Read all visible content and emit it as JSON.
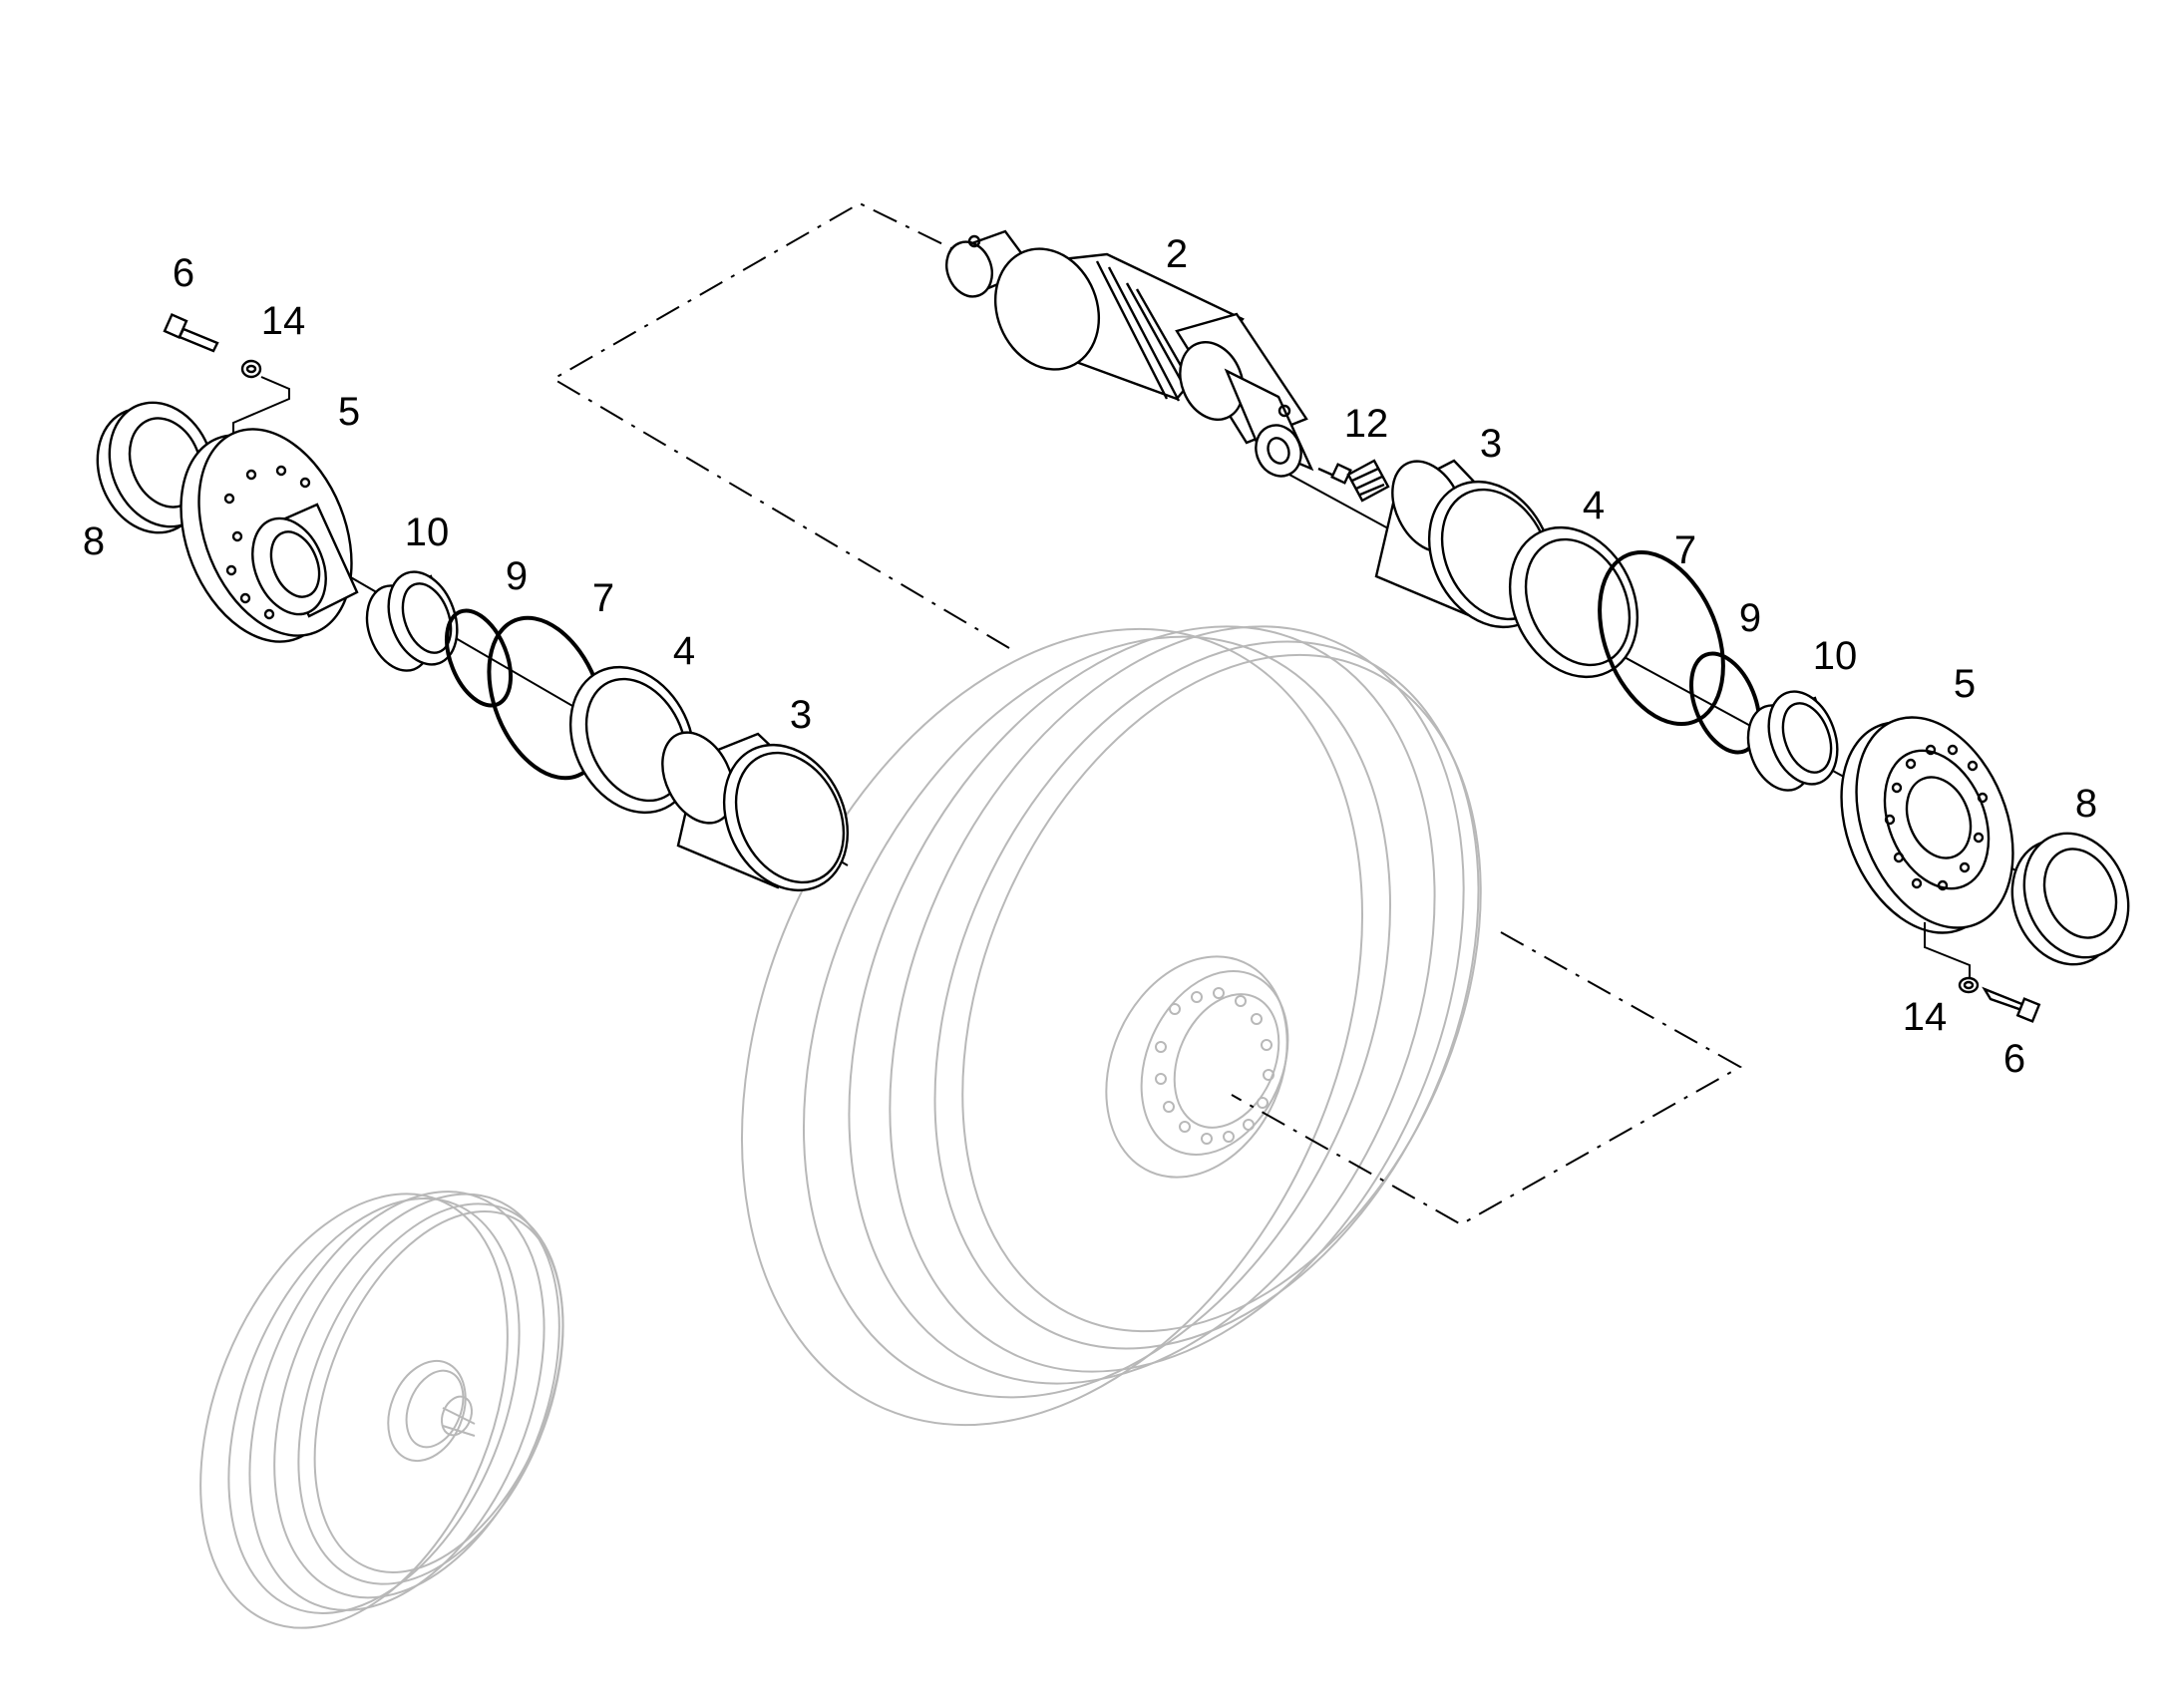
{
  "diagram": {
    "callouts": [
      {
        "id": "c-2",
        "label": "2"
      },
      {
        "id": "c-12",
        "label": "12"
      },
      {
        "id": "c-3r",
        "label": "3"
      },
      {
        "id": "c-4r",
        "label": "4"
      },
      {
        "id": "c-7r",
        "label": "7"
      },
      {
        "id": "c-9r",
        "label": "9"
      },
      {
        "id": "c-10r",
        "label": "10"
      },
      {
        "id": "c-5r",
        "label": "5"
      },
      {
        "id": "c-8r",
        "label": "8"
      },
      {
        "id": "c-14r",
        "label": "14"
      },
      {
        "id": "c-6r",
        "label": "6"
      },
      {
        "id": "c-6l",
        "label": "6"
      },
      {
        "id": "c-14l",
        "label": "14"
      },
      {
        "id": "c-5l",
        "label": "5"
      },
      {
        "id": "c-8l",
        "label": "8"
      },
      {
        "id": "c-10l",
        "label": "10"
      },
      {
        "id": "c-9l",
        "label": "9"
      },
      {
        "id": "c-7l",
        "label": "7"
      },
      {
        "id": "c-4l",
        "label": "4"
      },
      {
        "id": "c-3l",
        "label": "3"
      }
    ]
  }
}
